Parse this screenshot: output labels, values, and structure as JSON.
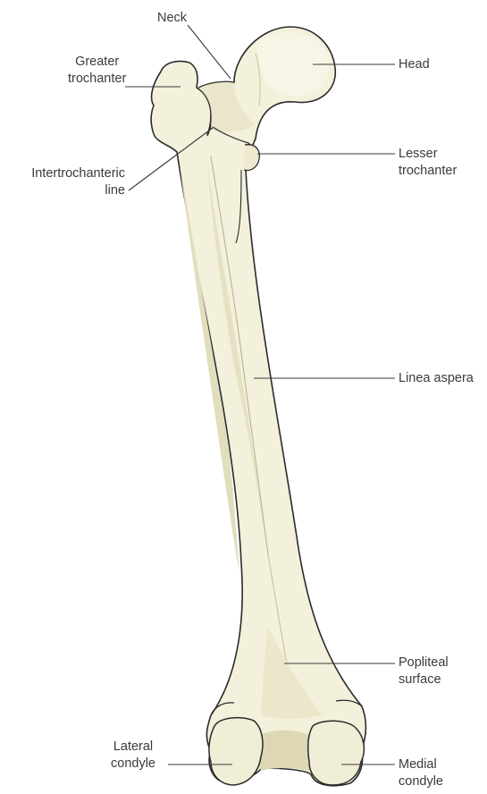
{
  "labels": {
    "neck": "Neck",
    "greater_trochanter": [
      "Greater",
      "trochanter"
    ],
    "head": "Head",
    "lesser_trochanter": [
      "Lesser",
      "trochanter"
    ],
    "intertrochanteric_line": [
      "Intertrochanteric",
      "line"
    ],
    "linea_aspera": "Linea aspera",
    "popliteal_surface": [
      "Popliteal",
      "surface"
    ],
    "lateral_condyle": [
      "Lateral",
      "condyle"
    ],
    "medial_condyle": [
      "Medial",
      "condyle"
    ]
  },
  "colors": {
    "bone_fill": "#f3f0dc",
    "bone_shadow": "#e2ddbd",
    "bone_outline": "#2b2b2b",
    "leader_line": "#3a3a3a",
    "label_text": "#3a3a3a"
  }
}
